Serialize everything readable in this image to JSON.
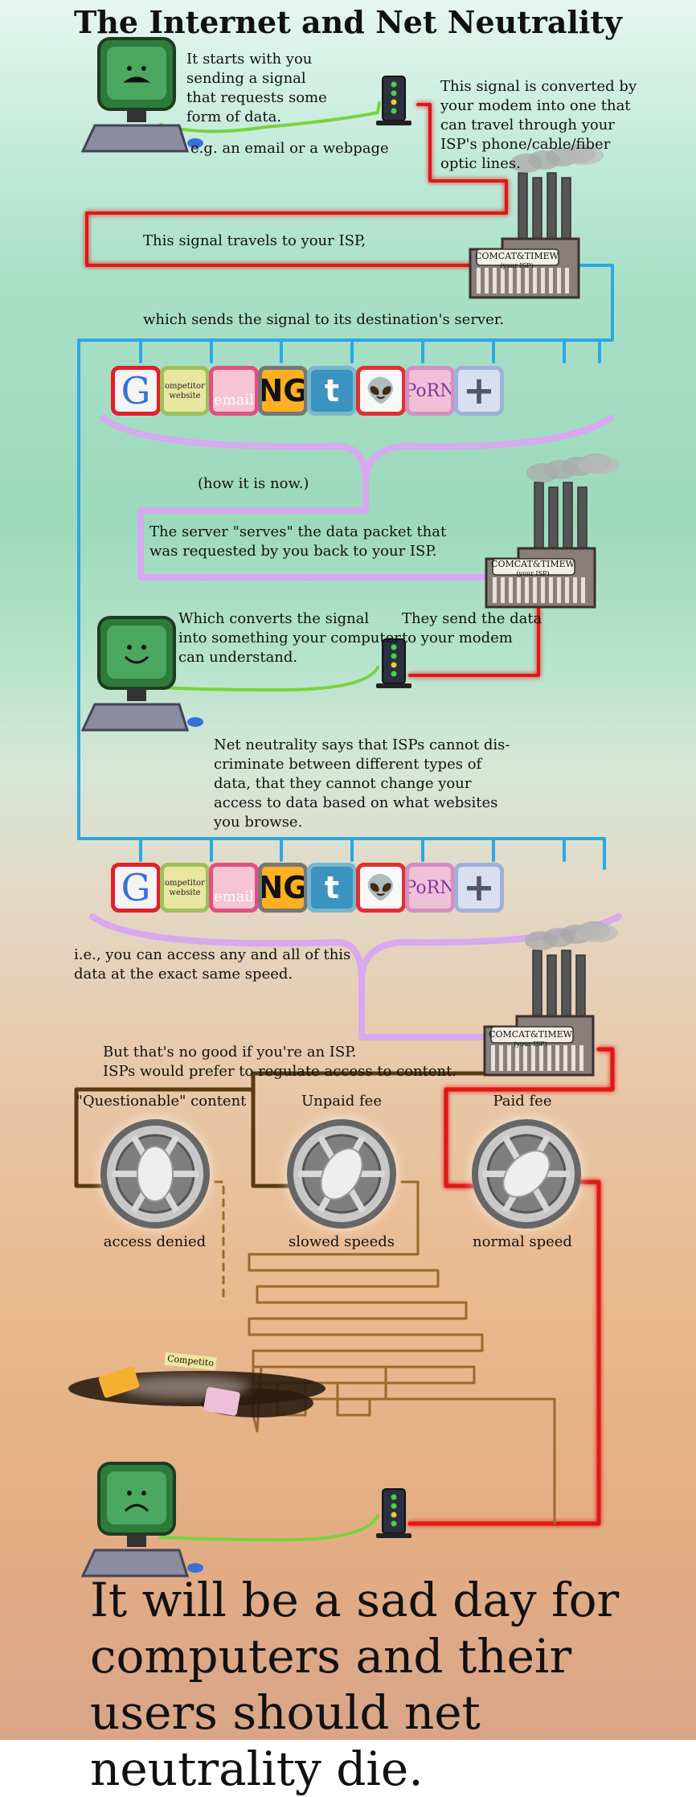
{
  "title": "The Internet and Net Neutrality",
  "steps": {
    "start": "It starts with you\nsending a signal\nthat requests some\nform of data.",
    "example": "e.g. an email or a webpage",
    "modem_converts": "This signal is converted by\nyour modem into one that\ncan travel through your\nISP's phone/cable/fiber\noptic lines.",
    "travels_to_isp": "This signal travels to your ISP,",
    "to_server": "which sends the signal to its destination's server.",
    "how_now": "(how it is now.)",
    "server_serves": "The server \"serves\" the data packet that\nwas requested by you back to your ISP.",
    "computer_converts": "Which converts the signal\ninto something your computer\ncan understand.",
    "send_to_modem": "They send the data\nto your modem",
    "net_neutrality": "Net neutrality says that ISPs cannot dis-\ncriminate between different types of\ndata, that they cannot change your\naccess to data based on what websites\nyou browse.",
    "same_speed": "i.e., you can access any and all of this\ndata at the exact same speed.",
    "no_good": "But that's no good if you're an ISP.\nISPs would prefer to regulate access to content."
  },
  "isp": {
    "name": "COMCAT&TIMEW",
    "subtitle": "(your ISP)"
  },
  "sites": [
    {
      "id": "google",
      "text": "G",
      "border": "#e0202a",
      "bg": "#f4f4f4",
      "fg": "#3a6fd8"
    },
    {
      "id": "competitor",
      "text": "Competitor's",
      "sub": "website",
      "border": "#9fbf60",
      "bg": "#e8e7a0",
      "fg": "#222"
    },
    {
      "id": "email",
      "text": "email",
      "border": "#e05080",
      "bg": "#f7c4d4",
      "fg": "#ffffff"
    },
    {
      "id": "ng",
      "text": "NG",
      "border": "#777777",
      "bg": "#ffb020",
      "fg": "#111"
    },
    {
      "id": "twitter",
      "text": "t",
      "border": "#79b8c8",
      "bg": "#3a93c0",
      "fg": "#ffffff"
    },
    {
      "id": "reddit",
      "text": "👽",
      "border": "#e03030",
      "bg": "#f8f8f8",
      "fg": "#111"
    },
    {
      "id": "porn",
      "text": "PoRN",
      "border": "#d090c0",
      "bg": "#f0c0d8",
      "fg": "#7a3a9a"
    },
    {
      "id": "plus",
      "text": "+",
      "border": "#a0b0d8",
      "bg": "#d8e0f0",
      "fg": "#556"
    }
  ],
  "tiers": [
    {
      "label": "\"Questionable\" content",
      "result": "access denied"
    },
    {
      "label": "Unpaid fee",
      "result": "slowed speeds"
    },
    {
      "label": "Paid fee",
      "result": "normal speed"
    }
  ],
  "trash_label": "Competito",
  "closing": "It will be a sad day for computers and their users should net neutrality die.",
  "colors": {
    "signal_green": "#7ad23c",
    "signal_red": "#e01818",
    "blue_line": "#2aa8e8",
    "purple_line": "#d8a8f0",
    "brown_line": "#9a6a2a"
  }
}
